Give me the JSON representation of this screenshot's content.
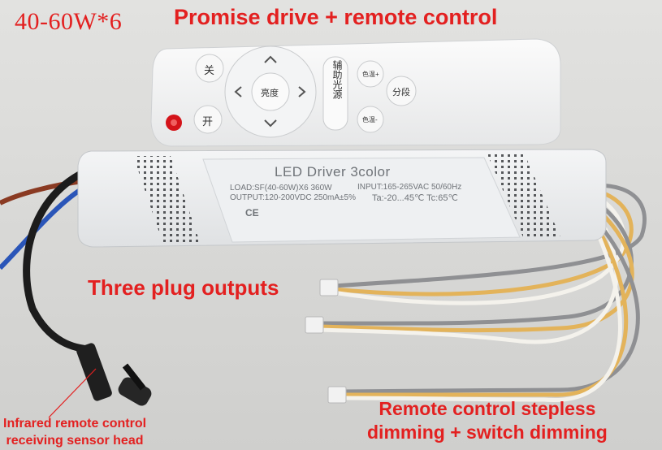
{
  "overlay": {
    "power_spec": "40-60W*6",
    "headline": "Promise drive + remote control",
    "outputs_caption": "Three plug outputs",
    "remote_caption_line1": "Remote control stepless",
    "remote_caption_line2": "dimming + switch dimming",
    "sensor_caption_line1": "Infrared remote control",
    "sensor_caption_line2": "receiving sensor head"
  },
  "driver_label": {
    "title": "LED Driver 3color",
    "load": "LOAD:SF(40-60W)X6 360W",
    "input": "INPUT:165-265VAC 50/60Hz",
    "output": "OUTPUT:120-200VDC 250mA±5%",
    "temp": "Ta:-20...45℃ Tc:65℃",
    "ce": "CE"
  },
  "remote_buttons": {
    "off": "关",
    "on": "开",
    "brightness": "亮度",
    "aux_light": "辅助光源",
    "segment": "分段",
    "warm_plus": "色温+",
    "warm_minus": "色温-"
  },
  "colors": {
    "caption_red": "#e32020",
    "housing": "#eceeef",
    "cable_black": "#1c1c1c",
    "wire_brown": "#8a3a22",
    "wire_blue": "#2a55b8",
    "wire_yellow": "#e3b35a",
    "wire_grey": "#8f9093",
    "wire_white": "#f4f2ec"
  }
}
